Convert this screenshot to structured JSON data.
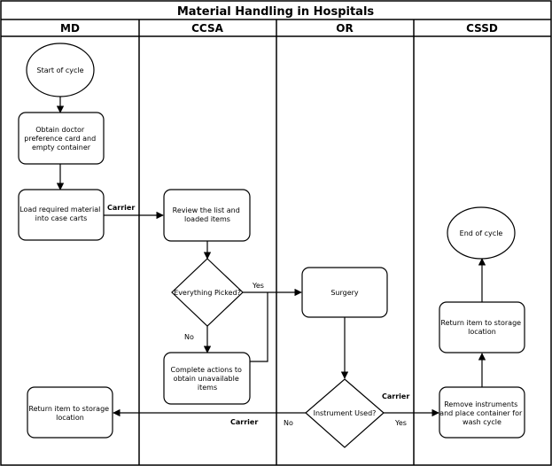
{
  "diagram": {
    "title": "Material Handling in Hospitals",
    "lanes": [
      "MD",
      "CCSA",
      "OR",
      "CSSD"
    ],
    "nodes": {
      "start": [
        "Start of cycle"
      ],
      "obtain_card": [
        "Obtain doctor",
        "preference card and",
        "empty container"
      ],
      "load_material": [
        "Load required material",
        "into case carts"
      ],
      "review_list": [
        "Review the list and",
        "loaded items"
      ],
      "everything_picked": [
        "Everything Picked?"
      ],
      "complete_actions": [
        "Complete actions to",
        "obtain unavailable",
        "items"
      ],
      "surgery": [
        "Surgery"
      ],
      "instrument_used": [
        "Instrument Used?"
      ],
      "return_md": [
        "Return item to storage",
        "location"
      ],
      "remove_instruments": [
        "Remove instruments",
        "and place container for",
        "wash cycle"
      ],
      "return_cssd": [
        "Return item to storage",
        "location"
      ],
      "end": [
        "End of cycle"
      ]
    },
    "edge_labels": {
      "carrier_1": "Carrier",
      "yes_picked": "Yes",
      "no_picked": "No",
      "carrier_2": "Carrier",
      "carrier_3": "Carrier",
      "no_used": "No",
      "yes_used": "Yes"
    }
  }
}
